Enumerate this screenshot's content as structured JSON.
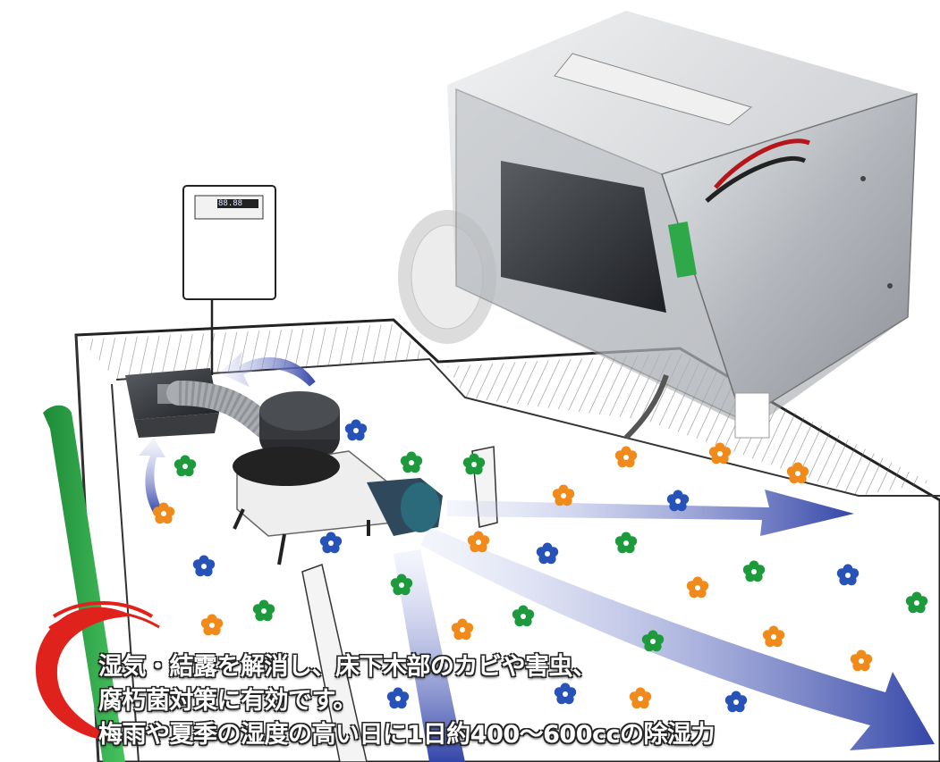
{
  "caption": {
    "line1": "湿気・結露を解消し、床下木部のカビや害虫、",
    "line2": "腐朽菌対策に有効です。",
    "line3": "梅雨や夏季の湿度の高い日に1日約400〜600ccの除湿力"
  },
  "controller": {
    "display_digits": "88.88"
  },
  "colors": {
    "arrow": "#5a6fc4",
    "arrow_dark": "#2c3a9a",
    "flower_blue": "#2753b8",
    "flower_green": "#1d9a3c",
    "flower_orange": "#f08a1a",
    "accent_red": "#e0221c",
    "accent_green": "#2fa84a",
    "steel": "#b8bcc2"
  }
}
